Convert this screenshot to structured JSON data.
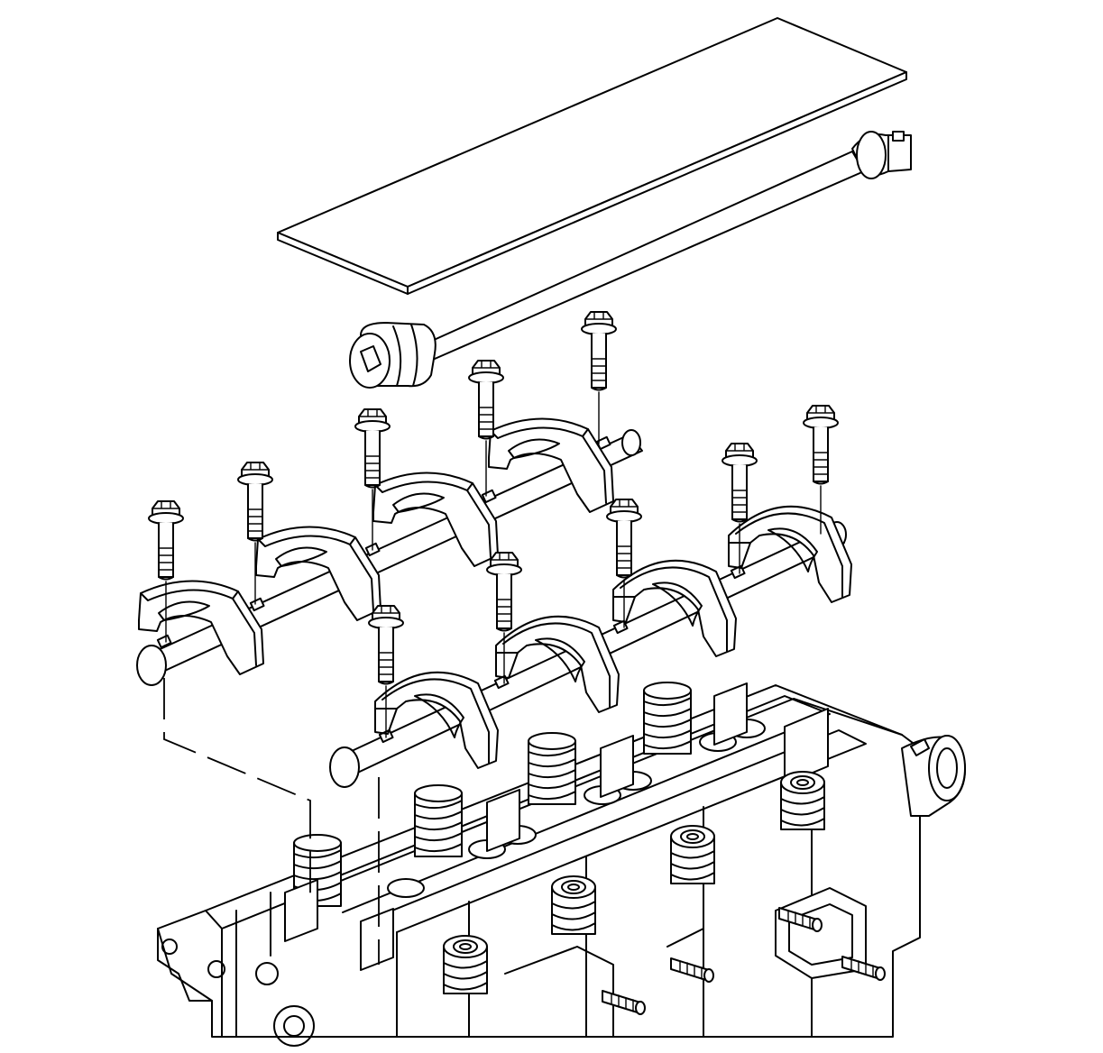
{
  "diagram": {
    "type": "exploded-view line drawing",
    "colors": {
      "line": "#000000",
      "background": "#ffffff"
    },
    "components": [
      {
        "id": "flat-plate",
        "icon": "flat-plate-icon"
      },
      {
        "id": "extension-bar",
        "icon": "extension-bar-icon"
      },
      {
        "id": "bolts",
        "icon": "bolt-icon",
        "count": 10
      },
      {
        "id": "rocker-shafts",
        "icon": "rocker-shaft-icon",
        "count": 2
      },
      {
        "id": "rocker-arms",
        "icon": "rocker-arm-icon",
        "count": 8
      },
      {
        "id": "cylinder-head",
        "icon": "cylinder-head-icon"
      }
    ]
  }
}
